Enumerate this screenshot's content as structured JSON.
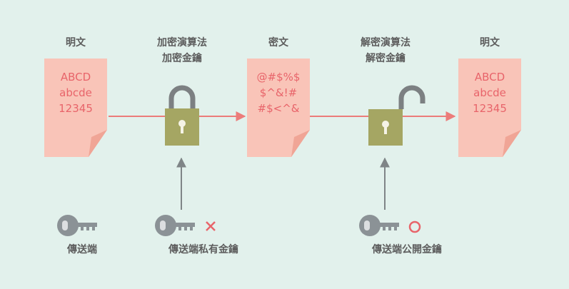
{
  "stages": [
    {
      "label": "明文",
      "lines": [
        "ABCD",
        "abcde",
        "12345"
      ]
    },
    {
      "label_line1": "加密演算法",
      "label_line2": "加密金鑰"
    },
    {
      "label": "密文",
      "lines": [
        "@#$%$",
        "$^&!#",
        "#$<^&"
      ]
    },
    {
      "label_line1": "解密演算法",
      "label_line2": "解密金鑰"
    },
    {
      "label": "明文",
      "lines": [
        "ABCD",
        "abcde",
        "12345"
      ]
    }
  ],
  "keys": [
    {
      "label": "傳送端",
      "icon": "key-icon"
    },
    {
      "label": "傳送端私有金鑰",
      "icon": "key-icon",
      "mark": "cross-mark-icon"
    },
    {
      "label": "傳送端公開金鑰",
      "icon": "key-icon",
      "mark": "circle-mark-icon"
    }
  ],
  "colors": {
    "background": "#e2f1ec",
    "document": "#f9c4b8",
    "document_fold": "#f0a596",
    "document_text": "#e8646a",
    "arrow": "#ec7c7a",
    "lock_body": "#a5a663",
    "shackle": "#7c8082",
    "key": "#8b9296",
    "key_hole": "#dcdee0",
    "up_arrow": "#7f8587",
    "label_text": "#5d5d5d",
    "cross": "#e8646a",
    "circle": "#e8646a"
  }
}
